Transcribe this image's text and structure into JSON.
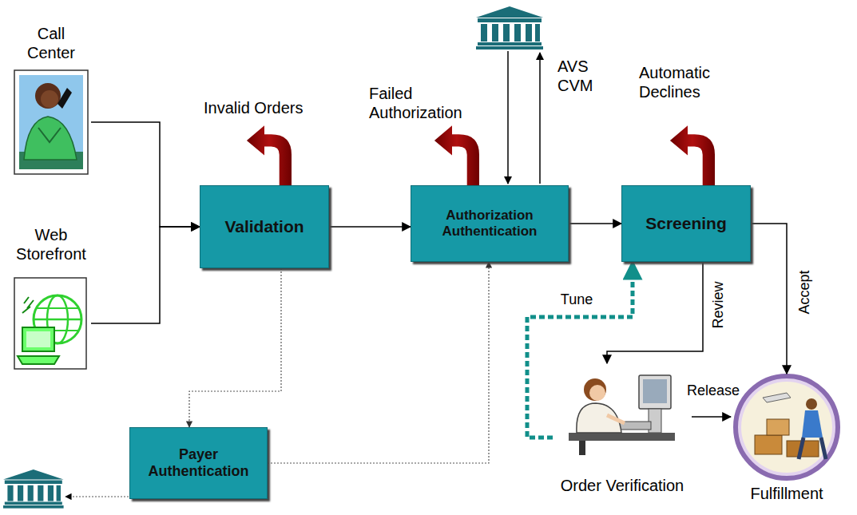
{
  "diagram": {
    "nodes": [
      {
        "text": [
          "Call Center"
        ]
      },
      {
        "text": [
          "Web Storefront"
        ]
      },
      {
        "text": [
          "Validation"
        ]
      },
      {
        "text": [
          "Authorization Authentication"
        ]
      },
      {
        "text": [
          "Screening"
        ]
      },
      {
        "text": [
          "Payer Authentication"
        ]
      },
      {
        "text": [
          "Order Verification"
        ]
      },
      {
        "text": [
          "Fulfillment"
        ]
      }
    ],
    "edges": [
      {
        "from": 0,
        "to": 2,
        "arrow": "to"
      },
      {
        "from": 1,
        "to": 2,
        "arrow": "to"
      },
      {
        "from": 2,
        "to": 3,
        "arrow": "to"
      },
      {
        "from": 3,
        "to": 4,
        "arrow": "to"
      },
      {
        "from": 2,
        "to": 5,
        "arrow": "to"
      },
      {
        "from": 5,
        "to": 3,
        "arrow": "to"
      },
      {
        "from": 4,
        "to": 6,
        "label": "Review",
        "arrow": "to"
      },
      {
        "from": 4,
        "to": 7,
        "label": "Accept",
        "arrow": "to"
      },
      {
        "from": 6,
        "to": 7,
        "label": "Release",
        "arrow": "to"
      },
      {
        "from": 6,
        "to": 4,
        "label": "Tune",
        "arrow": "to"
      }
    ],
    "labels": [
      "Invalid Orders",
      "Failed Authorization",
      "AVS CVM",
      "Automatic Declines"
    ]
  }
}
